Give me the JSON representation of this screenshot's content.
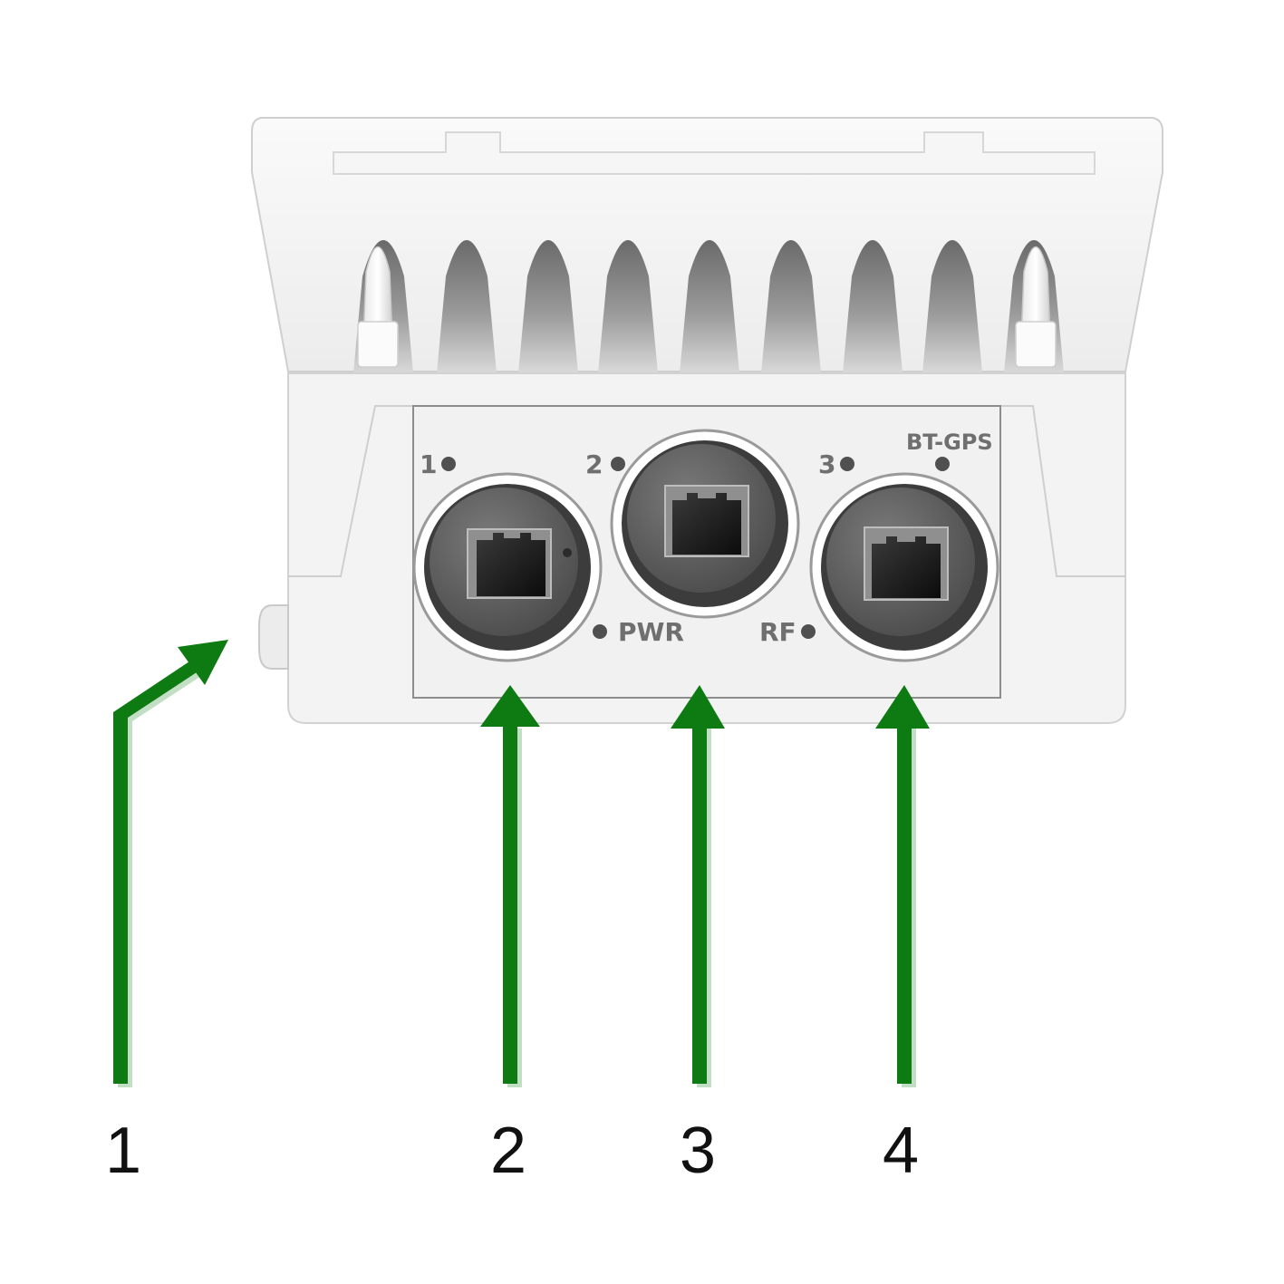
{
  "colors": {
    "arrow": "#0d7a12",
    "housing": "#f1f1f1",
    "housing_edge": "#cfcfcf",
    "port_ring": "#8a8a8a",
    "port_core": "#5e5e5e",
    "led": "#505050",
    "label": "#6f6f6f"
  },
  "device": {
    "leds": {
      "led1": "1",
      "led2": "2",
      "led3": "3",
      "bt_gps": "BT-GPS",
      "pwr": "PWR",
      "rf": "RF"
    },
    "ports": [
      "rj45-port",
      "rj45-port",
      "rj45-port"
    ]
  },
  "callouts": [
    {
      "number": "1",
      "target": "side-connector"
    },
    {
      "number": "2",
      "target": "left-rj45-port"
    },
    {
      "number": "3",
      "target": "center-rj45-port"
    },
    {
      "number": "4",
      "target": "right-rj45-port"
    }
  ]
}
